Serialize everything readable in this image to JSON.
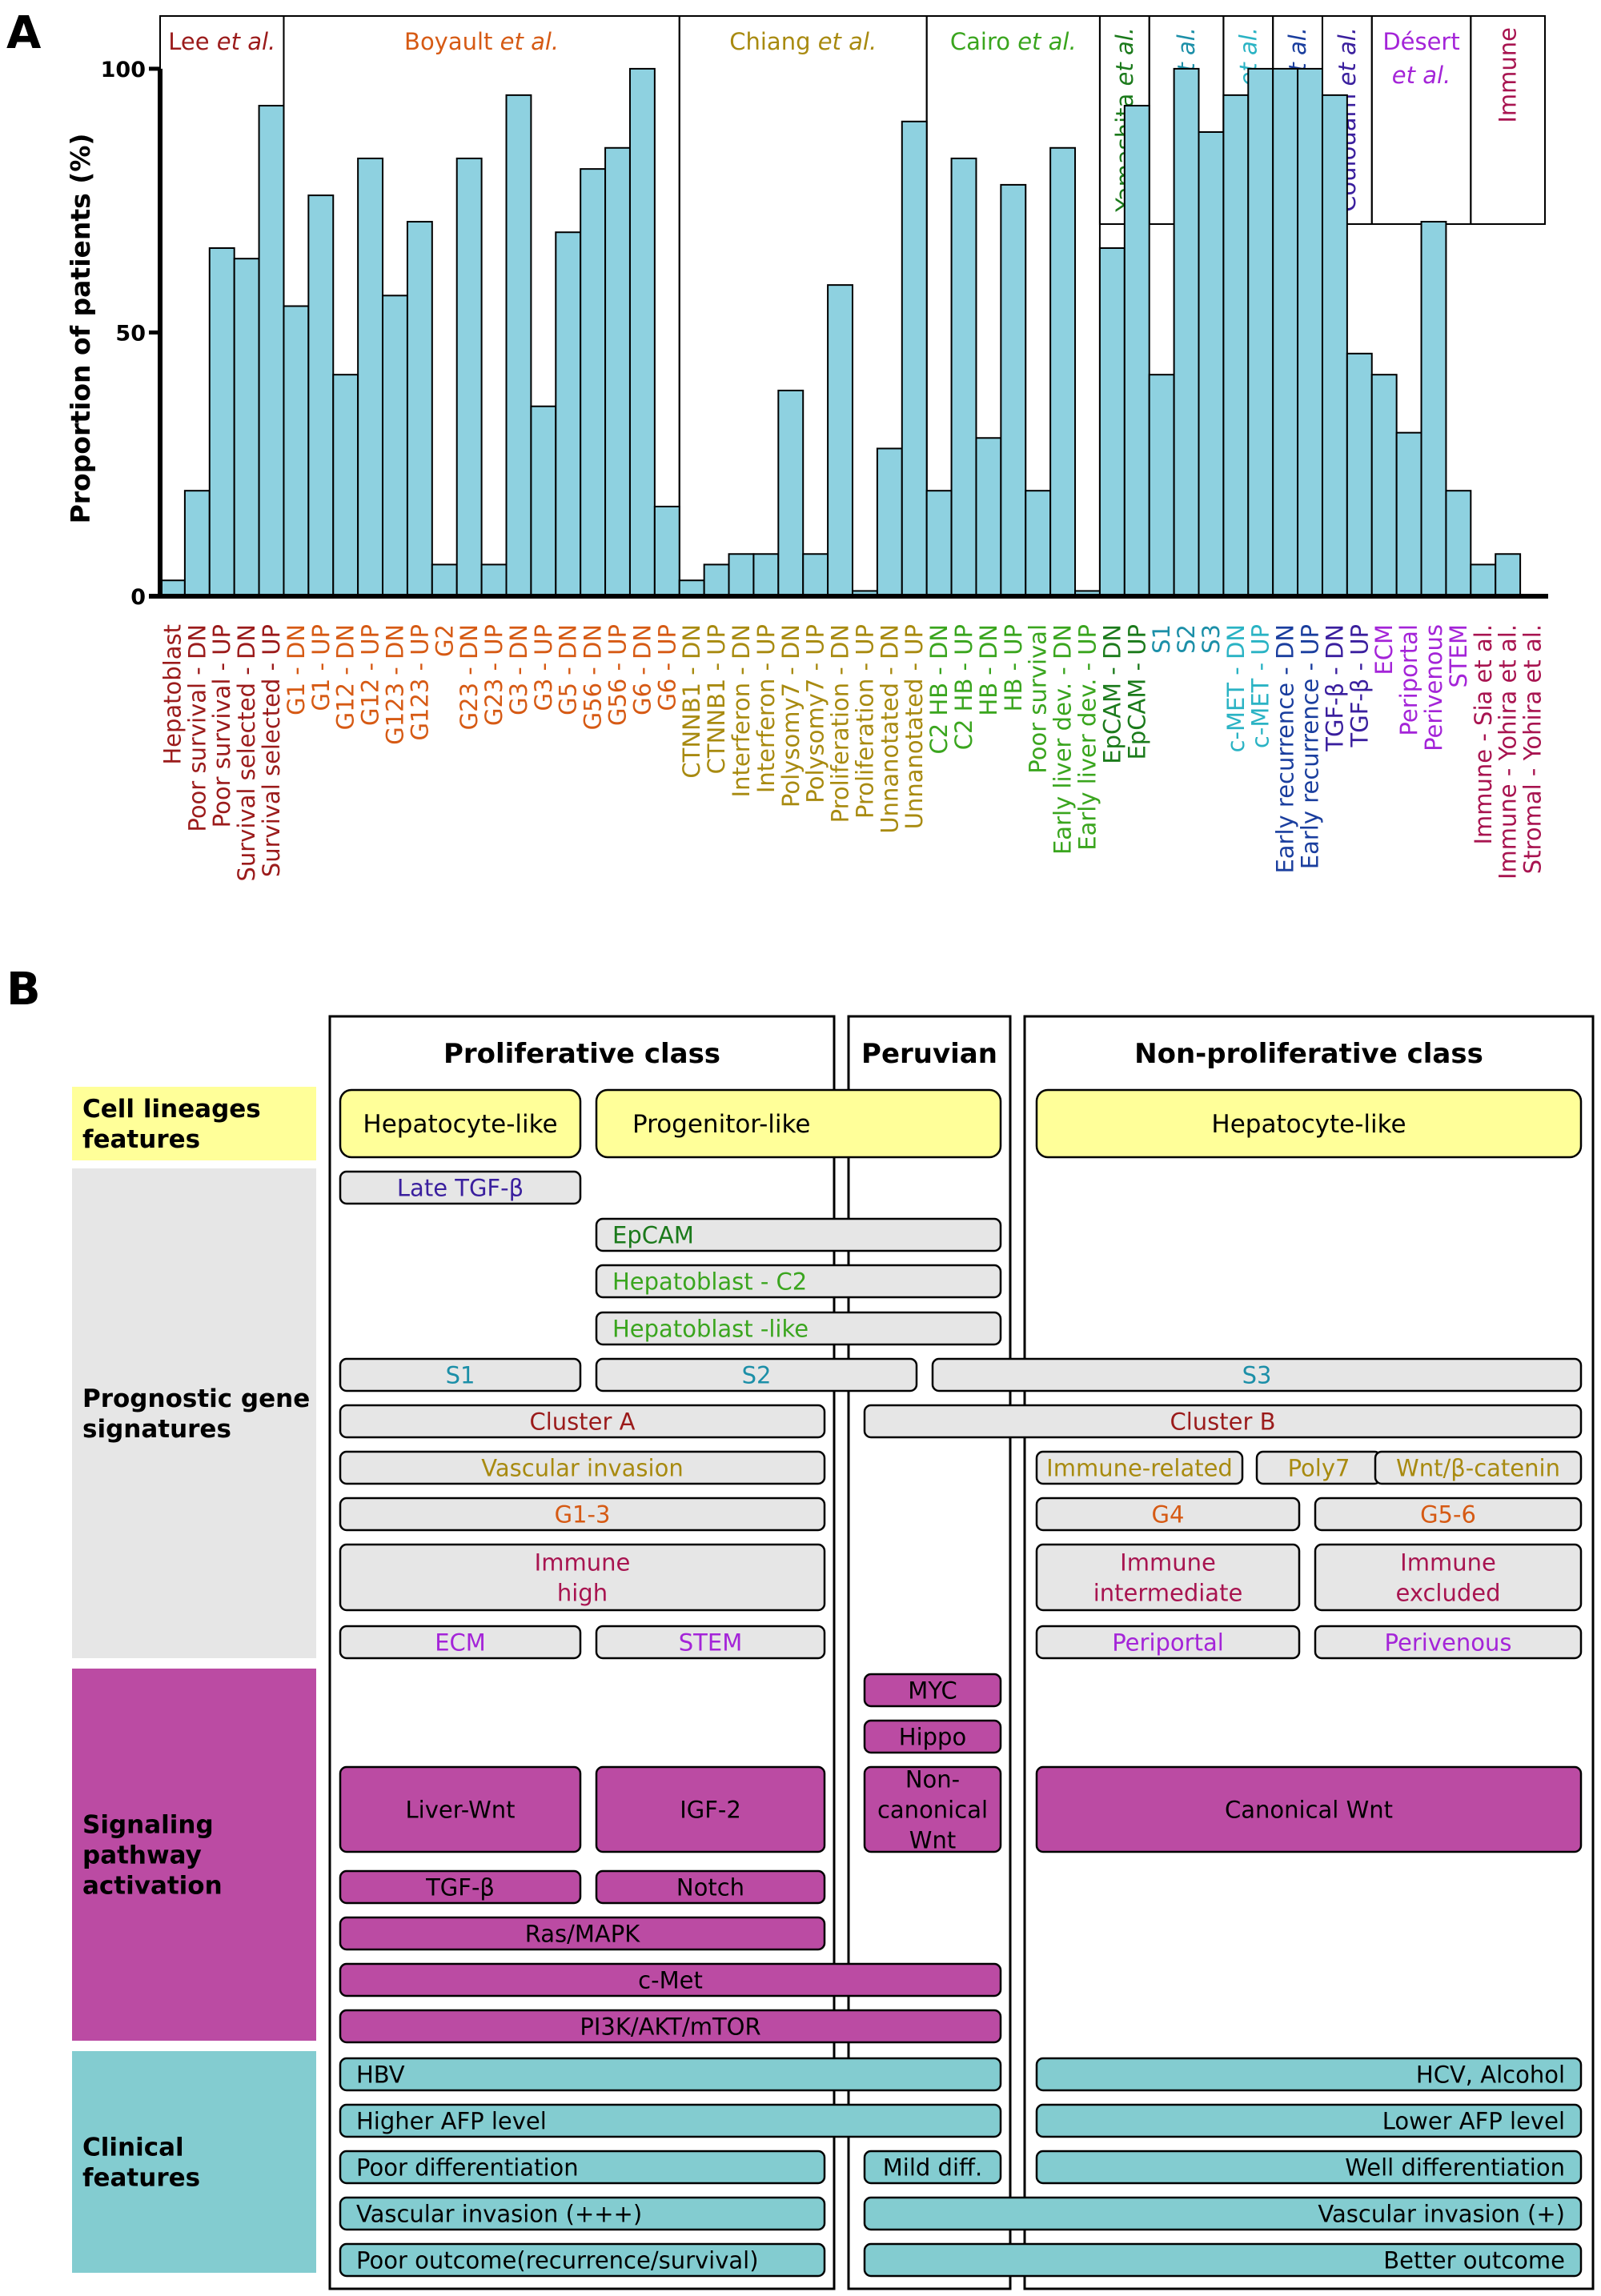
{
  "panel_a": {
    "letter": "A",
    "studies": [
      {
        "name": "Lee",
        "suffix": "et al.",
        "color": "#9B1B1B",
        "orient": "h"
      },
      {
        "name": "Boyault",
        "suffix": "et al.",
        "color": "#D65A14",
        "orient": "h"
      },
      {
        "name": "Chiang",
        "suffix": "et al.",
        "color": "#A88A10",
        "orient": "h"
      },
      {
        "name": "Cairo",
        "suffix": "et al.",
        "color": "#3AA51E",
        "orient": "h"
      },
      {
        "name": "Yamashita",
        "suffix": "et al.",
        "color": "#1B7A1B",
        "orient": "v"
      },
      {
        "name": "Hoshida",
        "suffix": "et al.",
        "color": "#1C8FA8",
        "orient": "v"
      },
      {
        "name": "Kaposi",
        "suffix": "et al.",
        "color": "#2AB3C4",
        "orient": "v"
      },
      {
        "name": "Kurokawa",
        "suffix": "et al.",
        "color": "#1A3E9E",
        "orient": "v"
      },
      {
        "name": "Coulouarn",
        "suffix": "et al.",
        "color": "#3A1F9E",
        "orient": "v"
      },
      {
        "name": "Désert",
        "suffix": "et al.",
        "color": "#A424D8",
        "orient": "h2"
      },
      {
        "name": "Immune",
        "suffix": "",
        "color": "#A81450",
        "orient": "v"
      }
    ]
  },
  "chart_data": {
    "type": "bar",
    "ylabel": "Proportion of patients (%)",
    "ylim": [
      0,
      110
    ],
    "yticks": [
      0,
      50,
      100
    ],
    "bar_color": "#8ED1E0",
    "categories": [
      "Hepatoblast",
      "Poor survival - DN",
      "Poor survival - UP",
      "Survival selected - DN",
      "Survival selected - UP",
      "G1 - DN",
      "G1 - UP",
      "G12 - DN",
      "G12 - UP",
      "G123 - DN",
      "G123 - UP",
      "G2",
      "G23 - DN",
      "G23 - UP",
      "G3 - DN",
      "G3 - UP",
      "G5 - DN",
      "G56 - DN",
      "G56 - UP",
      "G6 - DN",
      "G6 - UP",
      "CTNNB1 - DN",
      "CTNNB1 - UP",
      "Interferon - DN",
      "Interferon - UP",
      "Polysomy7 - DN",
      "Polysomy7 - UP",
      "Proliferation - DN",
      "Proliferation - UP",
      "Unnanotated - DN",
      "Unnanotated - UP",
      "C2 HB - DN",
      "C2 HB - UP",
      "HB - DN",
      "HB - UP",
      "Poor survival",
      "Early liver dev. - DN",
      "Early liver dev. - UP",
      "EpCAM - DN",
      "EpCAM - UP",
      "S1",
      "S2",
      "S3",
      "c-MET - DN",
      "c-MET - UP",
      "Early recurrence - DN",
      "Early recurrence - UP",
      "TGF-β - DN",
      "TGF-β - UP",
      "ECM",
      "Periportal",
      "Perivenous",
      "STEM",
      "Immune - Sia et al.",
      "Immune - Yohira et al.",
      "Stromal - Yohira et al."
    ],
    "values": [
      3,
      20,
      66,
      64,
      93,
      55,
      76,
      42,
      83,
      57,
      71,
      6,
      83,
      6,
      95,
      36,
      69,
      81,
      85,
      100,
      17,
      3,
      6,
      8,
      8,
      39,
      8,
      59,
      1,
      28,
      90,
      20,
      83,
      30,
      78,
      20,
      85,
      1,
      66,
      93,
      42,
      100,
      88,
      95,
      100,
      100,
      100,
      95,
      46,
      42,
      31,
      71,
      20,
      6,
      8,
      0
    ],
    "category_study": [
      0,
      0,
      0,
      0,
      0,
      1,
      1,
      1,
      1,
      1,
      1,
      1,
      1,
      1,
      1,
      1,
      1,
      1,
      1,
      1,
      1,
      2,
      2,
      2,
      2,
      2,
      2,
      2,
      2,
      2,
      2,
      3,
      3,
      3,
      3,
      3,
      3,
      3,
      4,
      4,
      5,
      5,
      5,
      6,
      6,
      7,
      7,
      8,
      8,
      9,
      9,
      9,
      9,
      10,
      10,
      10
    ]
  },
  "panel_b": {
    "letter": "B",
    "columns": [
      {
        "id": "prolif",
        "title": "Proliferative class"
      },
      {
        "id": "peru",
        "title": "Peruvian"
      },
      {
        "id": "nonprolif",
        "title": "Non-proliferative class"
      }
    ],
    "categories": [
      {
        "label": "Cell lineages\nfeatures",
        "color": "#FFFF99",
        "text_color": "#000000"
      },
      {
        "label": "Prognostic gene\nsignatures",
        "color": "#E6E6E6",
        "text_color": "#000000"
      },
      {
        "label": "Signaling\npathway\nactivation",
        "color": "#BB4BA3",
        "text_color": "#000000"
      },
      {
        "label": "Clinical\nfeatures",
        "color": "#83CCD0",
        "text_color": "#000000"
      }
    ],
    "colors": {
      "lineage_fill": "#FFFF99",
      "signature_fill": "#E6E6E6",
      "pathway_fill": "#BB4BA3",
      "clinical_fill": "#83CCD0",
      "box_stroke": "#000000"
    },
    "boxes": [
      {
        "text": "Hepatocyte-like",
        "fill": "#FFFF99",
        "color": "#000000",
        "align": "center"
      },
      {
        "text": "Progenitor-like",
        "fill": "#FFFF99",
        "color": "#000000",
        "align": "left"
      },
      {
        "text": "Hepatocyte-like",
        "fill": "#FFFF99",
        "color": "#000000",
        "align": "center"
      },
      {
        "text": "Late TGF-β",
        "fill": "#E6E6E6",
        "color": "#3A1F9E",
        "align": "center"
      },
      {
        "text": "EpCAM",
        "fill": "#E6E6E6",
        "color": "#1B7A1B",
        "align": "left"
      },
      {
        "text": "Hepatoblast - C2",
        "fill": "#E6E6E6",
        "color": "#3AA51E",
        "align": "left"
      },
      {
        "text": "Hepatoblast -like",
        "fill": "#E6E6E6",
        "color": "#3AA51E",
        "align": "left"
      },
      {
        "text": "S1",
        "fill": "#E6E6E6",
        "color": "#1C8FA8",
        "align": "center"
      },
      {
        "text": "S2",
        "fill": "#E6E6E6",
        "color": "#1C8FA8",
        "align": "center"
      },
      {
        "text": "S3",
        "fill": "#E6E6E6",
        "color": "#1C8FA8",
        "align": "center"
      },
      {
        "text": "Cluster A",
        "fill": "#E6E6E6",
        "color": "#9B1B1B",
        "align": "center"
      },
      {
        "text": "Cluster B",
        "fill": "#E6E6E6",
        "color": "#9B1B1B",
        "align": "center"
      },
      {
        "text": "Vascular invasion",
        "fill": "#E6E6E6",
        "color": "#A88A10",
        "align": "center"
      },
      {
        "text": "Immune-related",
        "fill": "#E6E6E6",
        "color": "#A88A10",
        "align": "center"
      },
      {
        "text": "Poly7",
        "fill": "#E6E6E6",
        "color": "#A88A10",
        "align": "center"
      },
      {
        "text": "Wnt/β-catenin",
        "fill": "#E6E6E6",
        "color": "#A88A10",
        "align": "center"
      },
      {
        "text": "G1-3",
        "fill": "#E6E6E6",
        "color": "#D65A14",
        "align": "center"
      },
      {
        "text": "G4",
        "fill": "#E6E6E6",
        "color": "#D65A14",
        "align": "center"
      },
      {
        "text": "G5-6",
        "fill": "#E6E6E6",
        "color": "#D65A14",
        "align": "center"
      },
      {
        "text": "Immune\nhigh",
        "fill": "#E6E6E6",
        "color": "#A81450",
        "align": "center"
      },
      {
        "text": "Immune\nintermediate",
        "fill": "#E6E6E6",
        "color": "#A81450",
        "align": "center"
      },
      {
        "text": "Immune\nexcluded",
        "fill": "#E6E6E6",
        "color": "#A81450",
        "align": "center"
      },
      {
        "text": "ECM",
        "fill": "#E6E6E6",
        "color": "#A424D8",
        "align": "center"
      },
      {
        "text": "STEM",
        "fill": "#E6E6E6",
        "color": "#A424D8",
        "align": "center"
      },
      {
        "text": "Periportal",
        "fill": "#E6E6E6",
        "color": "#A424D8",
        "align": "center"
      },
      {
        "text": "Perivenous",
        "fill": "#E6E6E6",
        "color": "#A424D8",
        "align": "center"
      },
      {
        "text": "MYC",
        "fill": "#BB4BA3",
        "color": "#000000",
        "align": "center"
      },
      {
        "text": "Hippo",
        "fill": "#BB4BA3",
        "color": "#000000",
        "align": "center"
      },
      {
        "text": "Non-\ncanonical\nWnt",
        "fill": "#BB4BA3",
        "color": "#000000",
        "align": "center"
      },
      {
        "text": "Liver-Wnt",
        "fill": "#BB4BA3",
        "color": "#000000",
        "align": "center"
      },
      {
        "text": "IGF-2",
        "fill": "#BB4BA3",
        "color": "#000000",
        "align": "center"
      },
      {
        "text": "Canonical Wnt",
        "fill": "#BB4BA3",
        "color": "#000000",
        "align": "center"
      },
      {
        "text": "TGF-β",
        "fill": "#BB4BA3",
        "color": "#000000",
        "align": "center"
      },
      {
        "text": "Notch",
        "fill": "#BB4BA3",
        "color": "#000000",
        "align": "center"
      },
      {
        "text": "Ras/MAPK",
        "fill": "#BB4BA3",
        "color": "#000000",
        "align": "center"
      },
      {
        "text": "c-Met",
        "fill": "#BB4BA3",
        "color": "#000000",
        "align": "center"
      },
      {
        "text": "PI3K/AKT/mTOR",
        "fill": "#BB4BA3",
        "color": "#000000",
        "align": "center"
      },
      {
        "text": "HBV",
        "fill": "#83CCD0",
        "color": "#000000",
        "align": "left"
      },
      {
        "text": "HCV, Alcohol",
        "fill": "#83CCD0",
        "color": "#000000",
        "align": "right"
      },
      {
        "text": "Higher AFP level",
        "fill": "#83CCD0",
        "color": "#000000",
        "align": "left"
      },
      {
        "text": "Lower AFP level",
        "fill": "#83CCD0",
        "color": "#000000",
        "align": "right"
      },
      {
        "text": "Poor differentiation",
        "fill": "#83CCD0",
        "color": "#000000",
        "align": "left"
      },
      {
        "text": "Mild diff.",
        "fill": "#83CCD0",
        "color": "#000000",
        "align": "center"
      },
      {
        "text": "Well differentiation",
        "fill": "#83CCD0",
        "color": "#000000",
        "align": "right"
      },
      {
        "text": "Vascular invasion (+++)",
        "fill": "#83CCD0",
        "color": "#000000",
        "align": "left"
      },
      {
        "text": "Vascular invasion (+)",
        "fill": "#83CCD0",
        "color": "#000000",
        "align": "right"
      },
      {
        "text": "Poor outcome(recurrence/survival)",
        "fill": "#83CCD0",
        "color": "#000000",
        "align": "left"
      },
      {
        "text": "Better outcome",
        "fill": "#83CCD0",
        "color": "#000000",
        "align": "right"
      }
    ]
  }
}
